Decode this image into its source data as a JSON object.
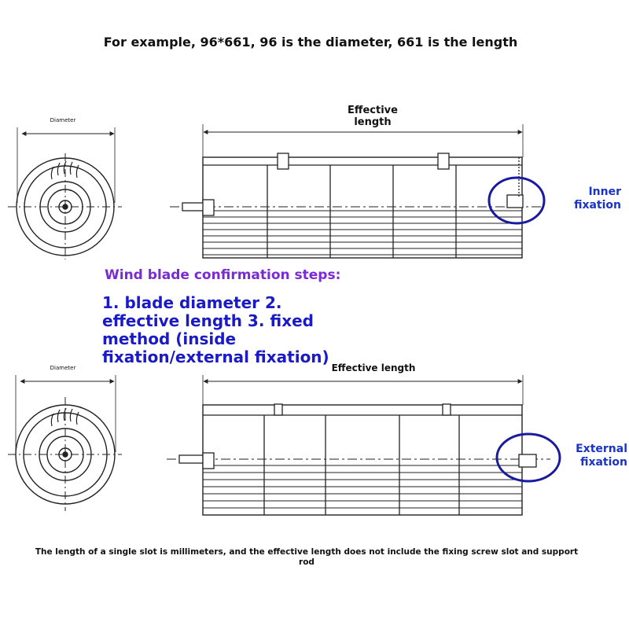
{
  "header": {
    "title": "For example, 96*661, 96 is the diameter, 661 is the length"
  },
  "top_drawing": {
    "diameter_label": "Diameter",
    "effective_length_label": "Effective length",
    "fixation_label": "Inner fixation"
  },
  "bottom_drawing": {
    "diameter_label": "Diameter",
    "effective_length_label": "Effective length",
    "fixation_label": "External fixation"
  },
  "steps": {
    "heading": "Wind blade confirmation steps:",
    "body": "1. blade diameter 2. effective length 3. fixed method (inside fixation/external fixation)"
  },
  "footnote": "The length of a single slot is millimeters, and the effective length does not include the fixing screw slot and support rod",
  "colors": {
    "line": "#222222",
    "highlight_circle": "#1a1aa0",
    "steps_heading": "#7a2ad6",
    "steps_body": "#1a1ac8",
    "fixation_label": "#1a33c8"
  }
}
